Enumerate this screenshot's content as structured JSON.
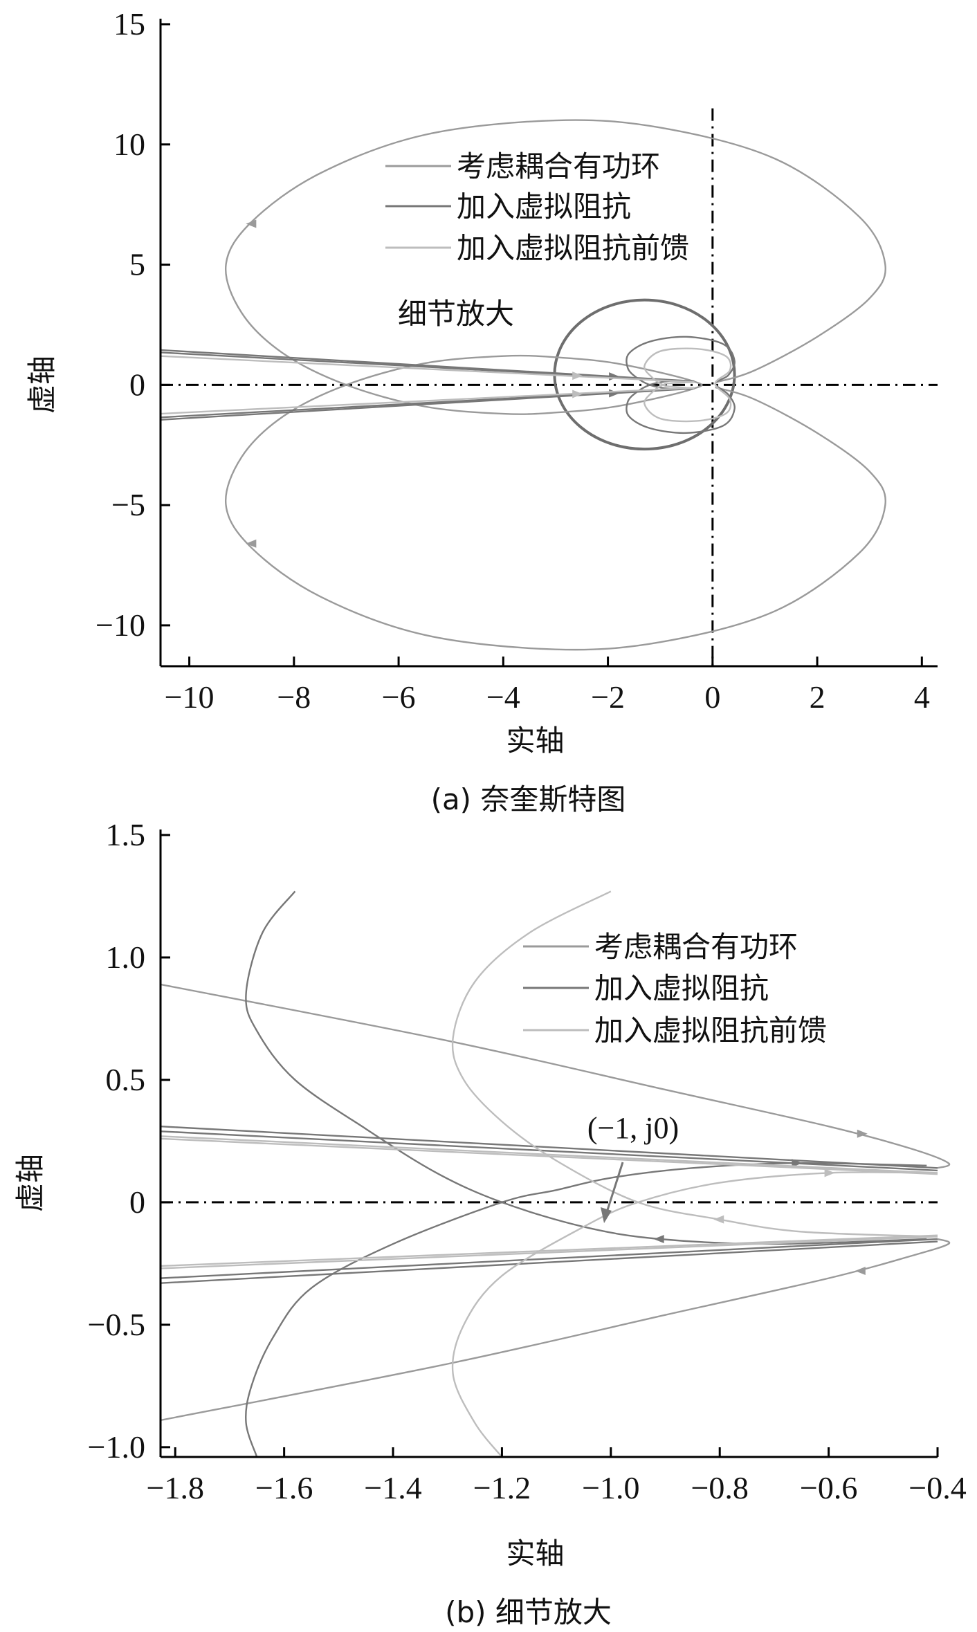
{
  "chart_data": [
    {
      "type": "line",
      "title": "",
      "caption": "(a) 奈奎斯特图",
      "xlabel": "实轴",
      "ylabel": "虚轴",
      "xlim": [
        -10.55,
        4.3
      ],
      "ylim": [
        -11.7,
        15
      ],
      "xticks": [
        -10,
        -8,
        -6,
        -4,
        -2,
        0,
        2,
        4
      ],
      "xtick_labels": [
        "−10",
        "−8",
        "−6",
        "−4",
        "−2",
        "0",
        "2",
        "4"
      ],
      "yticks": [
        15,
        10,
        5,
        0,
        -5,
        -10
      ],
      "ytick_labels": [
        "15",
        "10",
        "5",
        "0",
        "−5",
        "−10"
      ],
      "legend_placement": "top-center",
      "annotation": {
        "text": "细节放大",
        "circle_center": [
          -1.3,
          0.43
        ],
        "circle_radii": [
          1.72,
          3.1
        ]
      },
      "series": [
        {
          "name": "考虑耦合有功环",
          "color": "#9a9a9a",
          "paths": [
            [
              [
                0.05,
                0.1
              ],
              [
                0.8,
                0.6
              ],
              [
                2,
                2
              ],
              [
                3,
                3.6
              ],
              [
                3.3,
                5
              ],
              [
                2.8,
                7
              ],
              [
                1.2,
                9.4
              ],
              [
                -1,
                10.7
              ],
              [
                -3,
                11
              ],
              [
                -5.5,
                10.4
              ],
              [
                -7.5,
                8.8
              ],
              [
                -8.8,
                6.8
              ],
              [
                -9.3,
                5
              ],
              [
                -9,
                3
              ],
              [
                -8.2,
                1.3
              ],
              [
                -7,
                0
              ],
              [
                -5.5,
                -0.9
              ],
              [
                -4,
                -1.2
              ],
              [
                -3,
                -1.15
              ],
              [
                -1.8,
                -0.88
              ],
              [
                -0.38,
                -0.17
              ],
              [
                -0.38,
                0.16
              ],
              [
                -1.8,
                0.88
              ],
              [
                -3,
                1.15
              ],
              [
                -4,
                1.2
              ],
              [
                -5.5,
                0.9
              ],
              [
                -7,
                0
              ],
              [
                -8.2,
                -1.3
              ],
              [
                -9,
                -3
              ],
              [
                -9.3,
                -5
              ],
              [
                -8.8,
                -6.8
              ],
              [
                -7.5,
                -8.8
              ],
              [
                -5.5,
                -10.4
              ],
              [
                -3,
                -11
              ],
              [
                -1,
                -10.7
              ],
              [
                1.2,
                -9.4
              ],
              [
                2.8,
                -7
              ],
              [
                3.3,
                -5
              ],
              [
                3,
                -3.6
              ],
              [
                2,
                -2
              ],
              [
                0.8,
                -0.6
              ],
              [
                0.05,
                -0.1
              ]
            ]
          ],
          "arrows": [
            [
              -8.8,
              6.7,
              1
            ],
            [
              -8.8,
              -6.6,
              1
            ]
          ]
        },
        {
          "name": "加入虚拟阻抗",
          "color": "#777777",
          "paths": [
            [
              [
                -10.55,
                1.45
              ],
              [
                -0.35,
                0.15
              ]
            ],
            [
              [
                -10.55,
                1.35
              ],
              [
                -0.35,
                0.14
              ]
            ],
            [
              [
                -10.55,
                -1.45
              ],
              [
                -0.35,
                -0.15
              ]
            ],
            [
              [
                -10.55,
                -1.35
              ],
              [
                -0.35,
                -0.14
              ]
            ],
            [
              [
                -0.35,
                -0.15
              ],
              [
                -0.7,
                -0.17
              ],
              [
                -0.91,
                -0.14
              ],
              [
                -1.2,
                0
              ],
              [
                -1.45,
                0.3
              ],
              [
                -1.62,
                0.7
              ],
              [
                -1.6,
                1.3
              ],
              [
                -1.2,
                1.8
              ],
              [
                -0.5,
                2.0
              ],
              [
                0.2,
                1.7
              ],
              [
                0.42,
                1.0
              ],
              [
                0.3,
                0.4
              ],
              [
                0.05,
                0.05
              ],
              [
                0.3,
                -0.4
              ],
              [
                0.42,
                -1.0
              ],
              [
                0.2,
                -1.7
              ],
              [
                -0.5,
                -2.0
              ],
              [
                -1.2,
                -1.8
              ],
              [
                -1.6,
                -1.3
              ],
              [
                -1.62,
                -0.7
              ],
              [
                -1.45,
                -0.3
              ],
              [
                -1.2,
                0
              ],
              [
                -0.91,
                0.14
              ],
              [
                -0.7,
                0.17
              ],
              [
                -0.35,
                0.15
              ]
            ]
          ],
          "arrows": [
            [
              -1.9,
              0.35,
              0
            ],
            [
              -1.9,
              -0.35,
              0
            ]
          ]
        },
        {
          "name": "加入虚拟阻抗前馈",
          "color": "#bdbdbd",
          "paths": [
            [
              [
                -10.55,
                1.2
              ],
              [
                -0.35,
                0.12
              ]
            ],
            [
              [
                -10.55,
                -1.2
              ],
              [
                -0.35,
                -0.12
              ]
            ],
            [
              [
                -0.35,
                -0.14
              ],
              [
                -0.8,
                -0.07
              ],
              [
                -0.95,
                0
              ],
              [
                -1.15,
                0.3
              ],
              [
                -1.3,
                0.8
              ],
              [
                -1.0,
                1.4
              ],
              [
                -0.3,
                1.5
              ],
              [
                0.25,
                1.2
              ],
              [
                0.33,
                0.6
              ],
              [
                0.05,
                0.05
              ],
              [
                0.33,
                -0.6
              ],
              [
                0.25,
                -1.2
              ],
              [
                -0.3,
                -1.5
              ],
              [
                -1.0,
                -1.4
              ],
              [
                -1.3,
                -0.8
              ],
              [
                -1.15,
                -0.3
              ],
              [
                -0.95,
                0
              ],
              [
                -0.8,
                0.07
              ],
              [
                -0.35,
                0.12
              ]
            ]
          ],
          "arrows": [
            [
              -2.6,
              0.38,
              0
            ],
            [
              -2.6,
              -0.38,
              0
            ]
          ]
        }
      ]
    },
    {
      "type": "line",
      "title": "",
      "caption": "(b) 细节放大",
      "xlabel": "实轴",
      "ylabel": "虚轴",
      "xlim": [
        -1.827,
        -0.4
      ],
      "ylim": [
        -1.04,
        1.5
      ],
      "xticks": [
        -1.8,
        -1.6,
        -1.4,
        -1.2,
        -1.0,
        -0.8,
        -0.6,
        -0.4
      ],
      "xtick_labels": [
        "−1.8",
        "−1.6",
        "−1.4",
        "−1.2",
        "−1.0",
        "−0.8",
        "−0.6",
        "−0.4"
      ],
      "yticks": [
        1.5,
        1.0,
        0.5,
        0,
        -0.5,
        -1.0
      ],
      "ytick_labels": [
        "1.5",
        "1.0",
        "0.5",
        "0",
        "−0.5",
        "−1.0"
      ],
      "legend_placement": "top-right",
      "annotation": {
        "text": "(−1, j0)",
        "point": [
          -1,
          0
        ]
      },
      "series": [
        {
          "name": "考虑耦合有功环",
          "color": "#9a9a9a",
          "paths": [
            [
              [
                -1.827,
                0.89
              ],
              [
                -1.3,
                0.66
              ],
              [
                -0.9,
                0.46
              ],
              [
                -0.6,
                0.31
              ],
              [
                -0.45,
                0.22
              ],
              [
                -0.38,
                0.16
              ],
              [
                -0.4,
                0.14
              ]
            ],
            [
              [
                -0.4,
                -0.15
              ],
              [
                -0.38,
                -0.17
              ],
              [
                -0.45,
                -0.22
              ],
              [
                -0.6,
                -0.31
              ],
              [
                -0.9,
                -0.46
              ],
              [
                -1.3,
                -0.66
              ],
              [
                -1.827,
                -0.89
              ]
            ]
          ],
          "arrows": [
            [
              -0.54,
              0.28,
              0
            ],
            [
              -0.54,
              -0.28,
              1
            ]
          ]
        },
        {
          "name": "加入虚拟阻抗",
          "color": "#777777",
          "paths": [
            [
              [
                -1.58,
                1.27
              ],
              [
                -1.64,
                1.1
              ],
              [
                -1.67,
                0.85
              ],
              [
                -1.65,
                0.7
              ],
              [
                -1.58,
                0.5
              ],
              [
                -1.45,
                0.3
              ],
              [
                -1.32,
                0.12
              ],
              [
                -1.2,
                0
              ],
              [
                -1.05,
                -0.1
              ],
              [
                -0.91,
                -0.15
              ],
              [
                -0.7,
                -0.17
              ],
              [
                -0.42,
                -0.15
              ]
            ],
            [
              [
                -0.42,
                0.15
              ],
              [
                -0.66,
                0.16
              ],
              [
                -0.85,
                0.14
              ],
              [
                -1.0,
                0.1
              ],
              [
                -1.1,
                0.05
              ],
              [
                -1.2,
                0
              ],
              [
                -1.4,
                -0.17
              ],
              [
                -1.55,
                -0.35
              ],
              [
                -1.62,
                -0.55
              ],
              [
                -1.66,
                -0.75
              ],
              [
                -1.67,
                -0.9
              ],
              [
                -1.65,
                -1.04
              ]
            ],
            [
              [
                -1.827,
                0.31
              ],
              [
                -0.4,
                0.14
              ]
            ],
            [
              [
                -1.827,
                0.29
              ],
              [
                -0.4,
                0.13
              ]
            ],
            [
              [
                -1.827,
                -0.31
              ],
              [
                -0.4,
                -0.15
              ]
            ],
            [
              [
                -1.827,
                -0.33
              ],
              [
                -0.4,
                -0.16
              ]
            ]
          ],
          "arrows": [
            [
              -0.66,
              0.16,
              0
            ],
            [
              -0.91,
              -0.15,
              1
            ]
          ]
        },
        {
          "name": "加入虚拟阻抗前馈",
          "color": "#bdbdbd",
          "paths": [
            [
              [
                -1.0,
                1.27
              ],
              [
                -1.15,
                1.1
              ],
              [
                -1.25,
                0.9
              ],
              [
                -1.29,
                0.67
              ],
              [
                -1.27,
                0.5
              ],
              [
                -1.2,
                0.33
              ],
              [
                -1.1,
                0.17
              ],
              [
                -0.95,
                0
              ],
              [
                -0.8,
                -0.07
              ],
              [
                -0.65,
                -0.12
              ],
              [
                -0.4,
                -0.14
              ]
            ],
            [
              [
                -0.4,
                0.12
              ],
              [
                -0.6,
                0.12
              ],
              [
                -0.8,
                0.08
              ],
              [
                -0.95,
                0
              ],
              [
                -1.05,
                -0.1
              ],
              [
                -1.2,
                -0.3
              ],
              [
                -1.27,
                -0.5
              ],
              [
                -1.29,
                -0.7
              ],
              [
                -1.25,
                -0.9
              ],
              [
                -1.2,
                -1.04
              ]
            ],
            [
              [
                -1.827,
                0.27
              ],
              [
                -0.4,
                0.12
              ]
            ],
            [
              [
                -1.827,
                0.26
              ],
              [
                -0.4,
                0.115
              ]
            ],
            [
              [
                -1.827,
                -0.27
              ],
              [
                -0.4,
                -0.14
              ]
            ],
            [
              [
                -1.827,
                -0.26
              ],
              [
                -0.4,
                -0.135
              ]
            ]
          ],
          "arrows": [
            [
              -0.6,
              0.12,
              0
            ],
            [
              -0.8,
              -0.07,
              1
            ]
          ]
        }
      ]
    }
  ]
}
